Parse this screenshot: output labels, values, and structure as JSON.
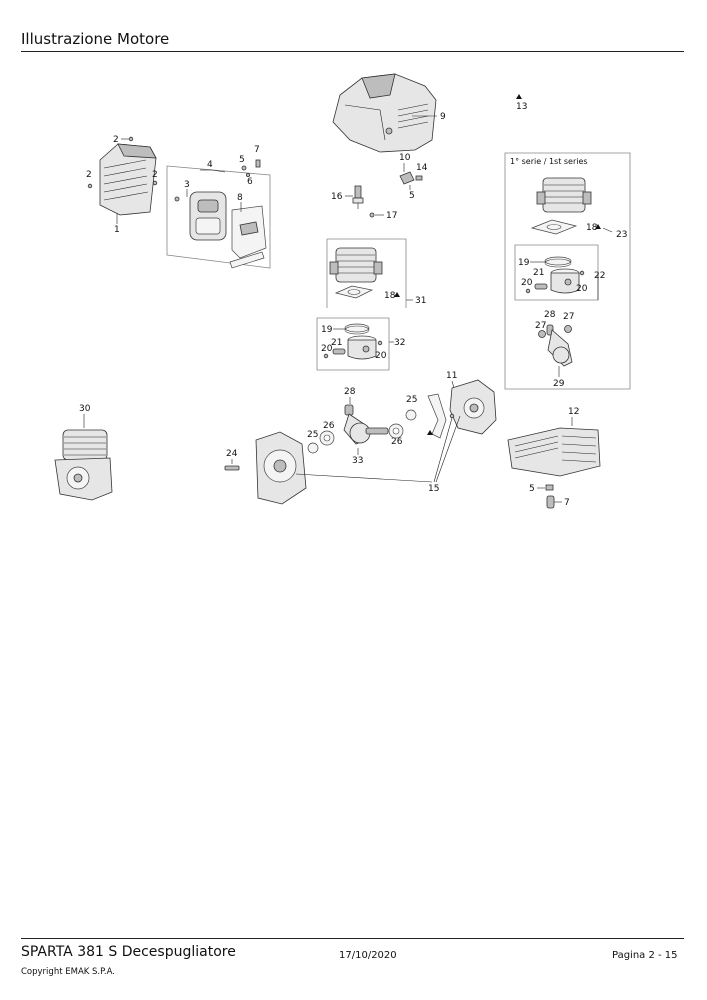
{
  "header": {
    "title": "Illustrazione  Motore"
  },
  "footer": {
    "product": "SPARTA 381 S Decespugliatore",
    "date": "17/10/2020",
    "page": "Pagina 2 - 15",
    "copyright": "Copyright EMAK S.P.A."
  },
  "diagram": {
    "series_label": "1° serie / 1st series",
    "callouts": {
      "c1": "1",
      "c2a": "2",
      "c2b": "2",
      "c2c": "2",
      "c3": "3",
      "c4": "4",
      "c5a": "5",
      "c5b": "5",
      "c5c": "5",
      "c6": "6",
      "c7a": "7",
      "c7b": "7",
      "c8": "8",
      "c9": "9",
      "c10": "10",
      "c11": "11",
      "c12": "12",
      "c13": "13",
      "c14": "14",
      "c15": "15",
      "c16": "16",
      "c17": "17",
      "c18a": "18",
      "c18b": "18",
      "c19a": "19",
      "c19b": "19",
      "c20a": "20",
      "c20b": "20",
      "c20c": "20",
      "c20d": "20",
      "c21a": "21",
      "c21b": "21",
      "c22": "22",
      "c23": "23",
      "c24": "24",
      "c25a": "25",
      "c25b": "25",
      "c26a": "26",
      "c26b": "26",
      "c27a": "27",
      "c27b": "27",
      "c28a": "28",
      "c28b": "28",
      "c29": "29",
      "c30": "30",
      "c31": "31",
      "c32": "32",
      "c33": "33"
    }
  }
}
